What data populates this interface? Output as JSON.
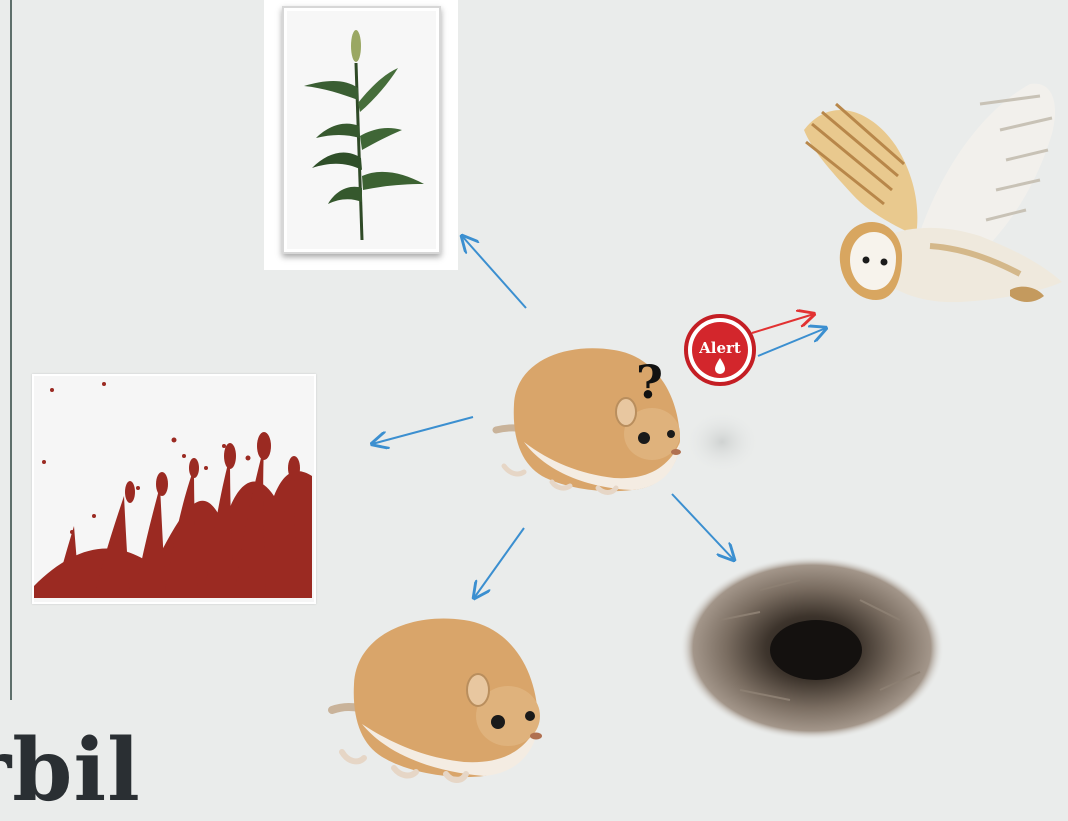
{
  "slide": {
    "title_fragment": "rbil"
  },
  "diagram": {
    "alert_badge_text": "Alert",
    "question_mark": "?",
    "nodes": [
      {
        "id": "gerbil-center",
        "icon": "gerbil-icon"
      },
      {
        "id": "millet-plant",
        "icon": "plant-icon"
      },
      {
        "id": "grass-silhouette",
        "icon": "grass-icon"
      },
      {
        "id": "barn-owl",
        "icon": "owl-icon"
      },
      {
        "id": "burrow",
        "icon": "burrow-icon"
      },
      {
        "id": "gerbil-second",
        "icon": "gerbil-icon"
      }
    ],
    "colors": {
      "arrow_blue": "#3b8fd0",
      "arrow_red": "#e23232",
      "alert_red": "#c41e24",
      "grass_red": "#9b2a22",
      "gerbil_fur": "#d9a56a"
    }
  }
}
